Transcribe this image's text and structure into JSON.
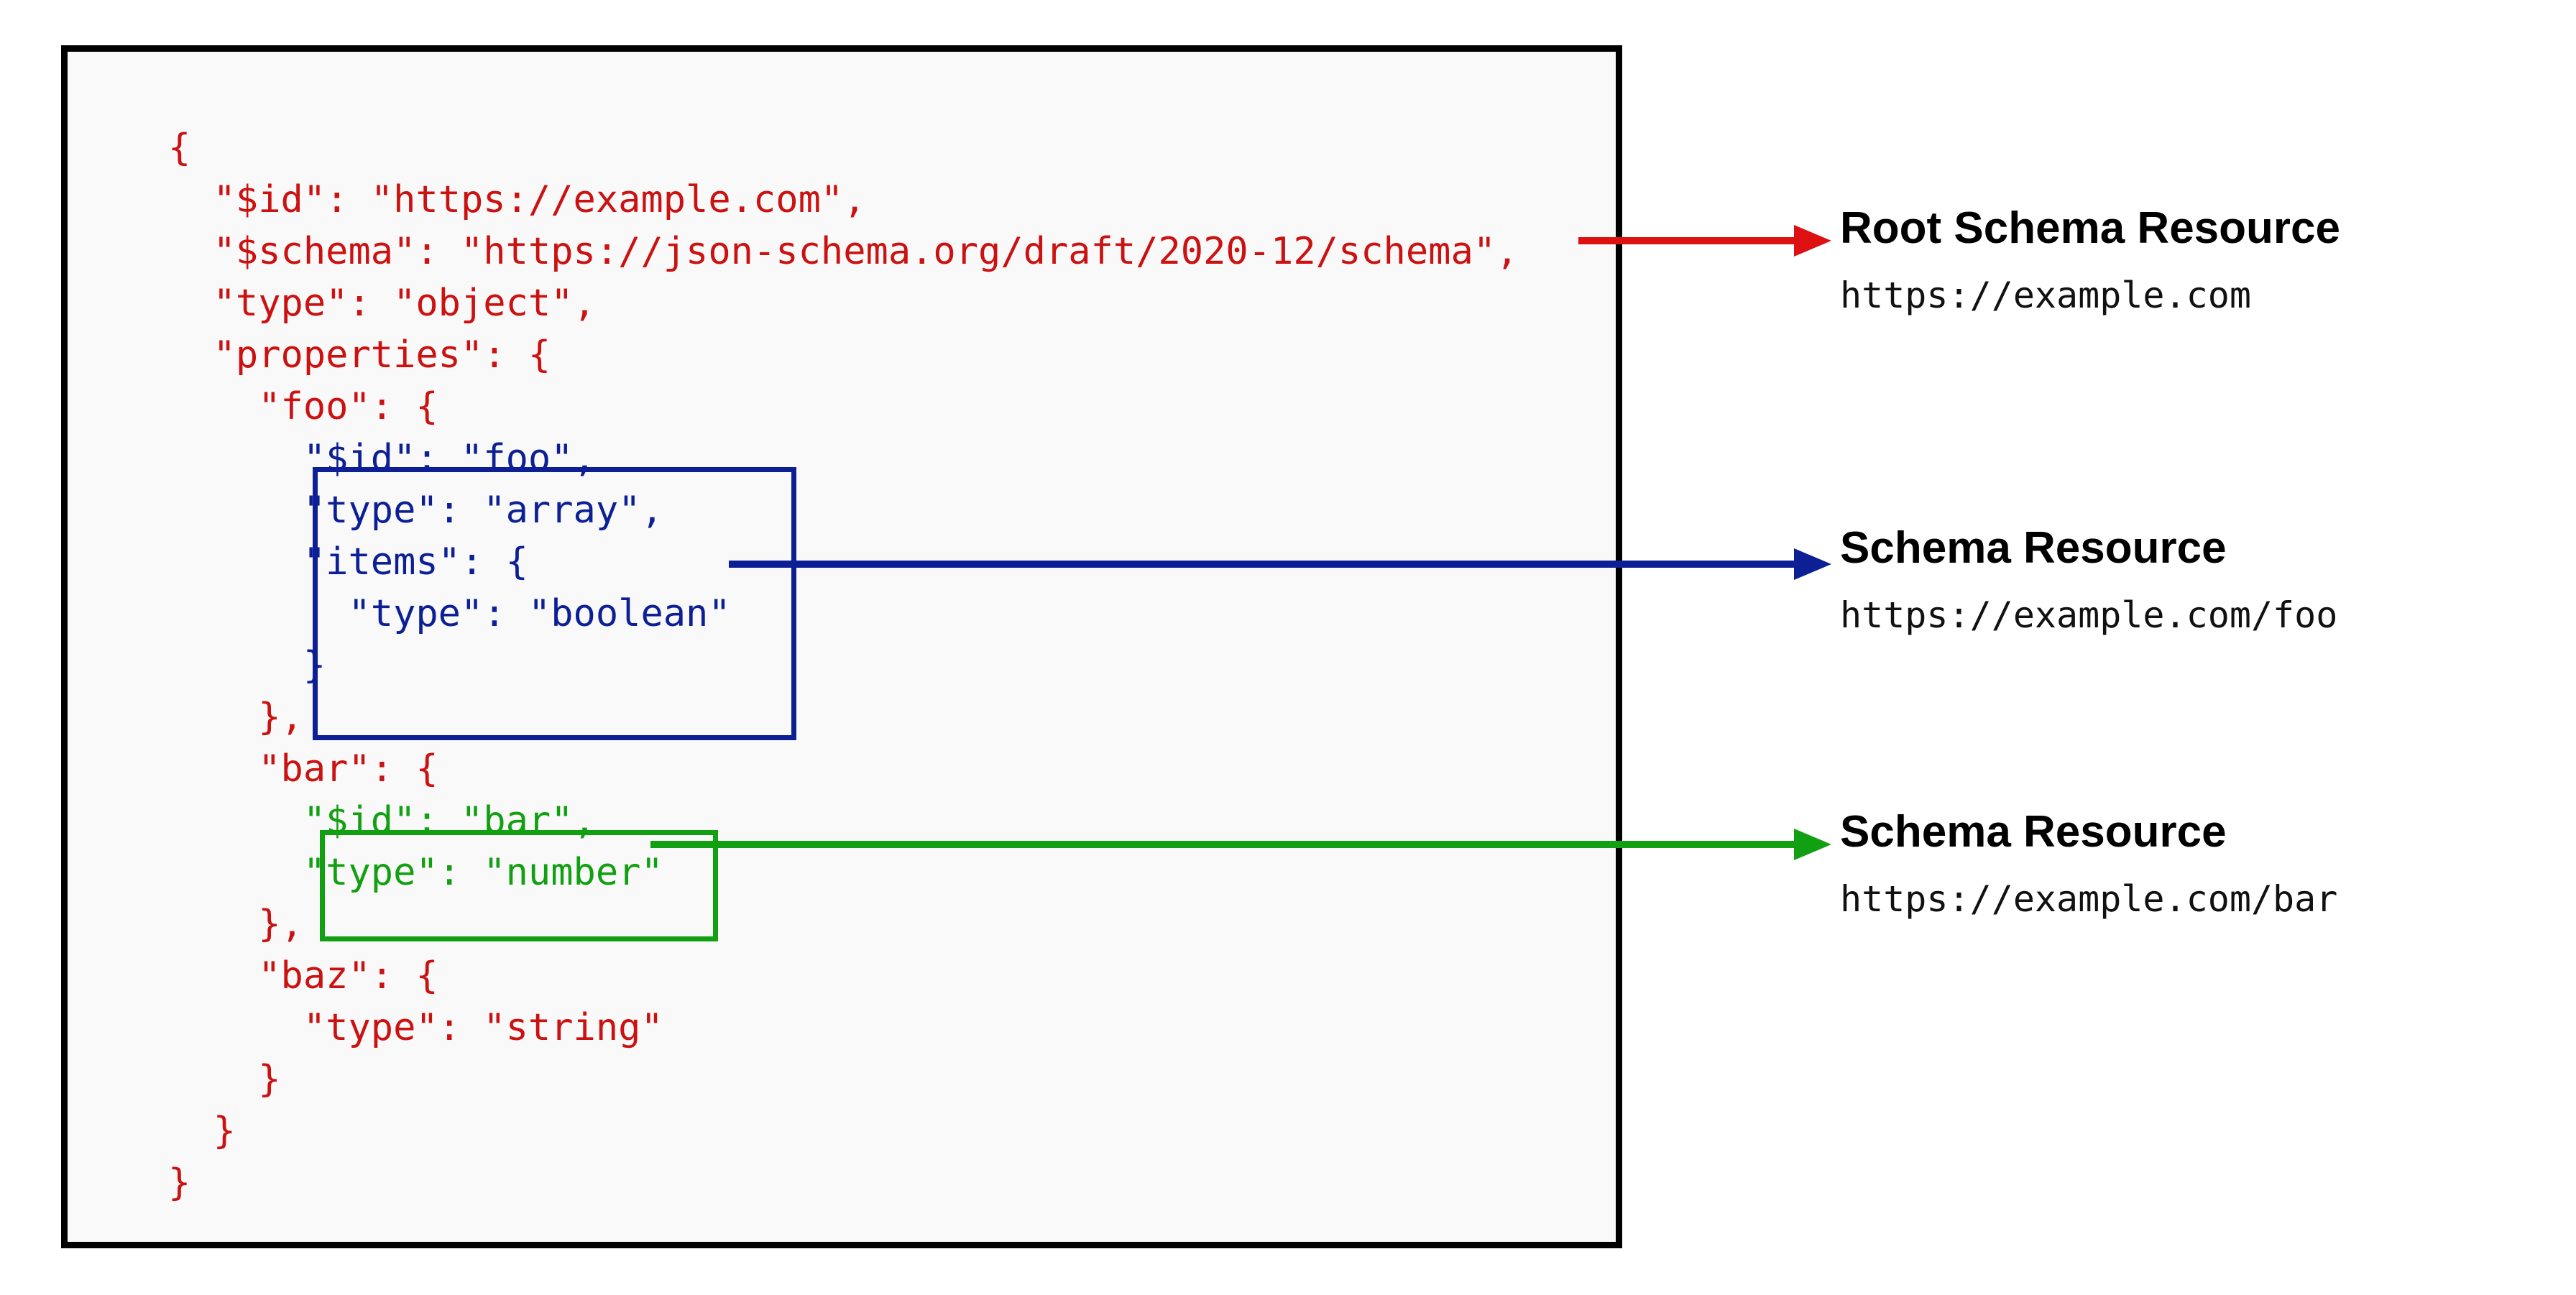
{
  "diagram": {
    "title_semantic": "json-schema-resource-identification",
    "colors": {
      "root": "#cc1111",
      "foo": "#0c1f94",
      "bar": "#12a012",
      "panel_border": "#000000",
      "panel_background": "#f9f9f9"
    }
  },
  "code": {
    "lines": [
      {
        "text": "{",
        "color": "red"
      },
      {
        "text": "  \"$id\": \"https://example.com\",",
        "color": "red"
      },
      {
        "text": "  \"$schema\": \"https://json-schema.org/draft/2020-12/schema\",",
        "color": "red"
      },
      {
        "text": "  \"type\": \"object\",",
        "color": "red"
      },
      {
        "text": "  \"properties\": {",
        "color": "red"
      },
      {
        "text": "    \"foo\": {",
        "color": "red"
      },
      {
        "text": "      \"$id\": \"foo\",",
        "color": "blue"
      },
      {
        "text": "      \"type\": \"array\",",
        "color": "blue"
      },
      {
        "text": "      \"items\": {",
        "color": "blue"
      },
      {
        "text": "        \"type\": \"boolean\"",
        "color": "blue"
      },
      {
        "text": "      }",
        "color": "blue"
      },
      {
        "text": "    },",
        "color": "red"
      },
      {
        "text": "    \"bar\": {",
        "color": "red"
      },
      {
        "text": "      \"$id\": \"bar\",",
        "color": "green"
      },
      {
        "text": "      \"type\": \"number\"",
        "color": "green"
      },
      {
        "text": "    },",
        "color": "red"
      },
      {
        "text": "    \"baz\": {",
        "color": "red"
      },
      {
        "text": "      \"type\": \"string\"",
        "color": "red"
      },
      {
        "text": "    }",
        "color": "red"
      },
      {
        "text": "  }",
        "color": "red"
      },
      {
        "text": "}",
        "color": "red"
      }
    ]
  },
  "labels": [
    {
      "id": "root",
      "title": "Root Schema Resource",
      "url": "https://example.com"
    },
    {
      "id": "foo",
      "title": "Schema Resource",
      "url": "https://example.com/foo"
    },
    {
      "id": "bar",
      "title": "Schema Resource",
      "url": "https://example.com/bar"
    }
  ]
}
